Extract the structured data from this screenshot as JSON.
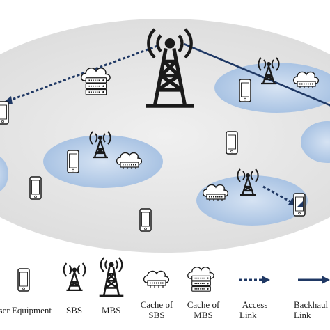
{
  "legend": {
    "user_equipment": "User Equipment",
    "sbs": "SBS",
    "mbs": "MBS",
    "cache_sbs_line1": "Cache of",
    "cache_sbs_line2": "SBS",
    "cache_mbs_line1": "Cache of",
    "cache_mbs_line2": "MBS",
    "access_line1": "Access",
    "access_line2": "Link",
    "backhaul_line1": "Backhaul",
    "backhaul_line2": "Link"
  },
  "colors": {
    "macro_area": "#e8e8e8",
    "small_cell": "#bdd1ea",
    "link": "#1f3864",
    "icon": "#1a1a1a"
  }
}
